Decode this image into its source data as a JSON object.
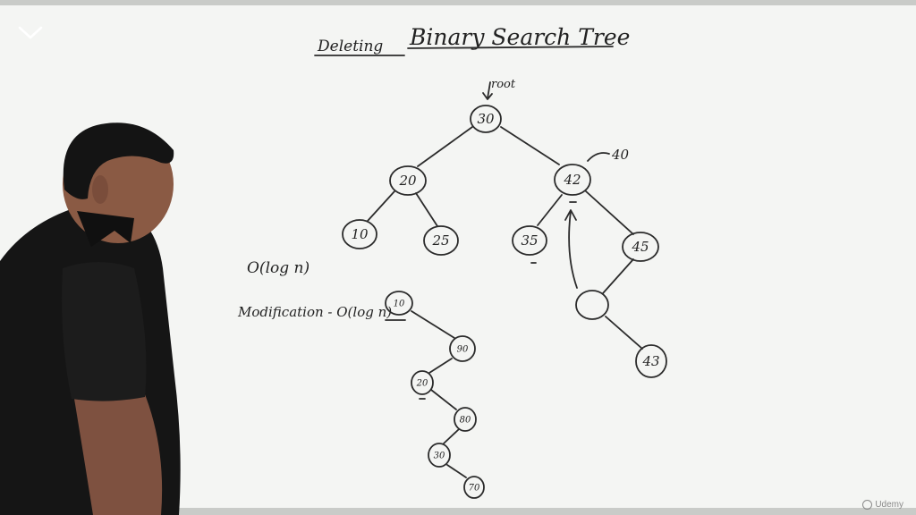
{
  "board": {
    "title_prefix": "Deleting",
    "title_main": "Binary Search Tree",
    "root_note": "root",
    "replace_note": "40",
    "complexity": "O(log n)",
    "modification": "Modification - O(log n)"
  },
  "tree_main": {
    "nodes": [
      "30",
      "20",
      "42",
      "10",
      "25",
      "35",
      "45",
      "",
      "43"
    ]
  },
  "tree_skewed": {
    "nodes": [
      "10",
      "90",
      "20",
      "80",
      "30",
      "70"
    ]
  },
  "watermark": {
    "text": "Udemy"
  },
  "colors": {
    "board": "#f4f5f3",
    "ink": "#2b2b2b",
    "shirt": "#151515",
    "skin": "#8a5a44"
  },
  "icons": {
    "collapse": "chevron-down-icon"
  }
}
